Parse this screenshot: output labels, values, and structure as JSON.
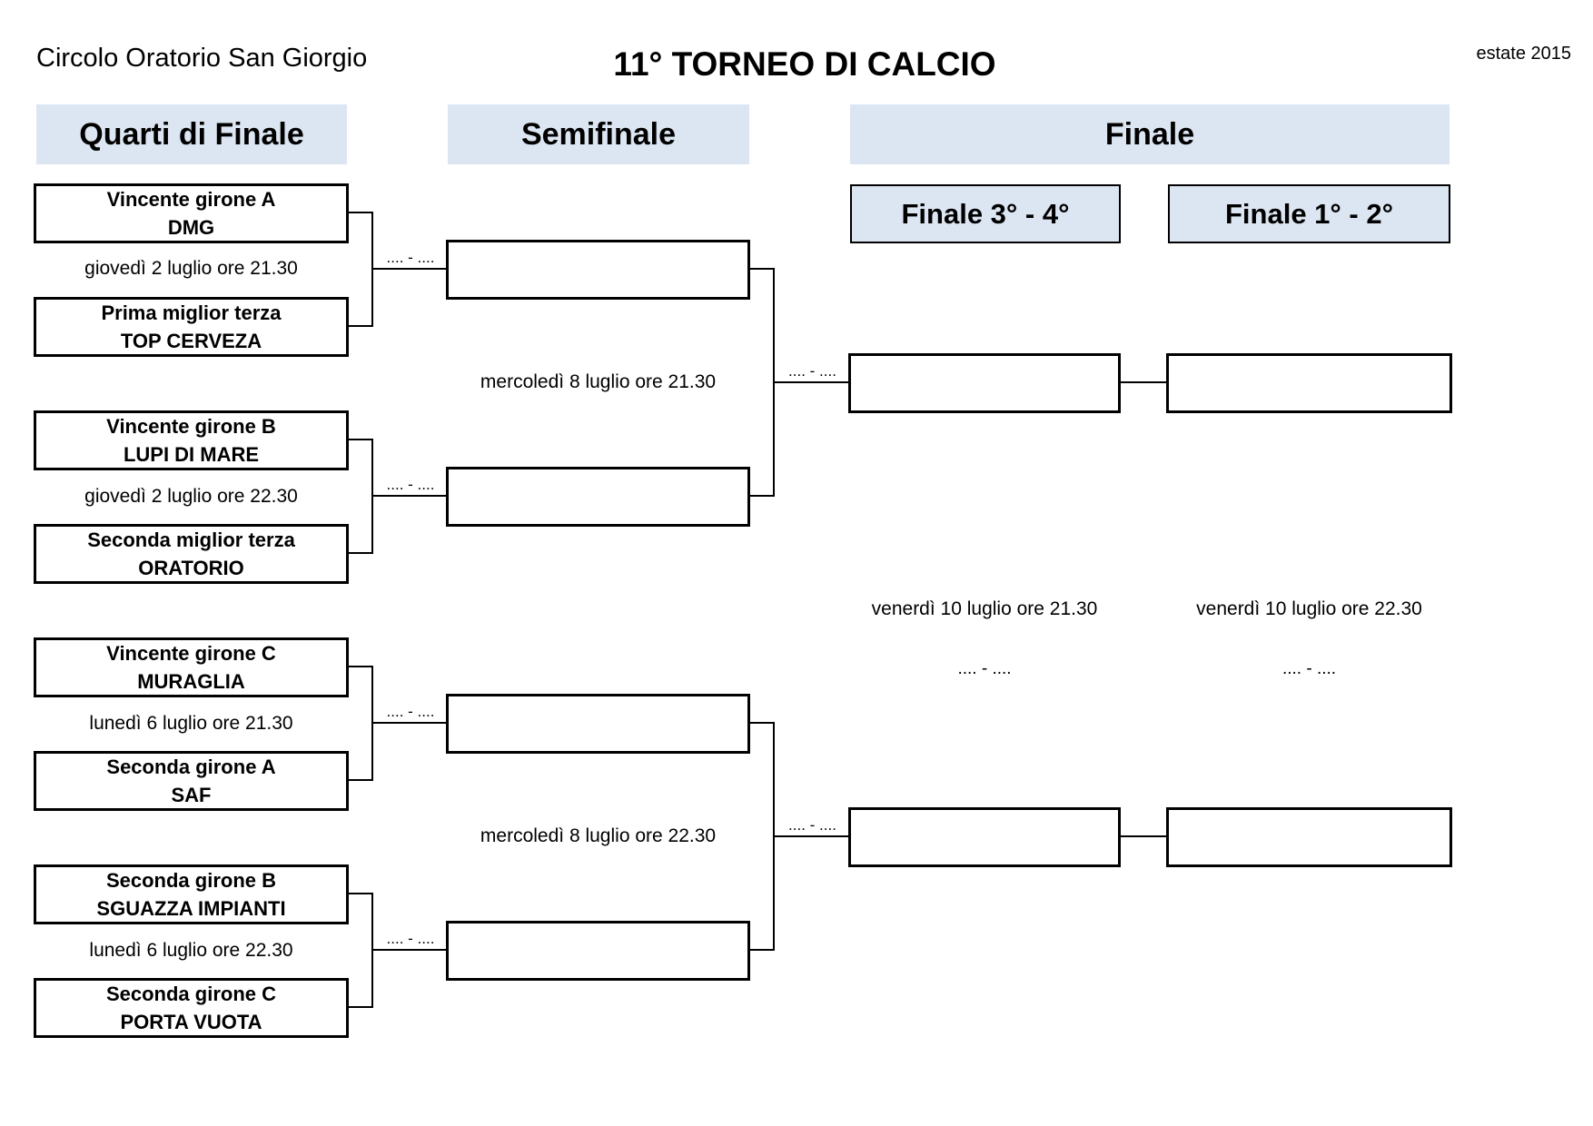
{
  "header": {
    "organization": "Circolo Oratorio San Giorgio",
    "title": "11° TORNEO DI CALCIO",
    "season": "estate 2015"
  },
  "columns": {
    "quarter": "Quarti di Finale",
    "semi": "Semifinale",
    "final": "Finale"
  },
  "finals": {
    "third_place_label": "Finale 3° -  4°",
    "first_place_label": "Finale 1° -  2°",
    "third_place_date": "venerdì 10 luglio ore 21.30",
    "first_place_date": "venerdì 10 luglio ore 22.30",
    "third_place_score": ".... - ....",
    "first_place_score": ".... - ...."
  },
  "quarterfinals": [
    {
      "team1_slot": "Vincente girone A",
      "team1": "DMG",
      "team2_slot": "Prima miglior terza",
      "team2": "TOP CERVEZA",
      "date": "giovedì 2 luglio ore 21.30",
      "score": ".... - ...."
    },
    {
      "team1_slot": "Vincente girone B",
      "team1": "LUPI DI MARE",
      "team2_slot": "Seconda miglior terza",
      "team2": "ORATORIO",
      "date": "giovedì 2 luglio ore 22.30",
      "score": ".... - ...."
    },
    {
      "team1_slot": "Vincente girone C",
      "team1": "MURAGLIA",
      "team2_slot": "Seconda girone A",
      "team2": "SAF",
      "date": "lunedì 6 luglio ore 21.30",
      "score": ".... - ...."
    },
    {
      "team1_slot": "Seconda girone B",
      "team1": "SGUAZZA IMPIANTI",
      "team2_slot": "Seconda girone C",
      "team2": "PORTA VUOTA",
      "date": "lunedì 6 luglio ore 22.30",
      "score": ".... - ...."
    }
  ],
  "semifinals": [
    {
      "date": "mercoledì 8 luglio ore 21.30",
      "score": ".... - ...."
    },
    {
      "date": "mercoledì 8 luglio ore 22.30",
      "score": ".... - ...."
    }
  ]
}
